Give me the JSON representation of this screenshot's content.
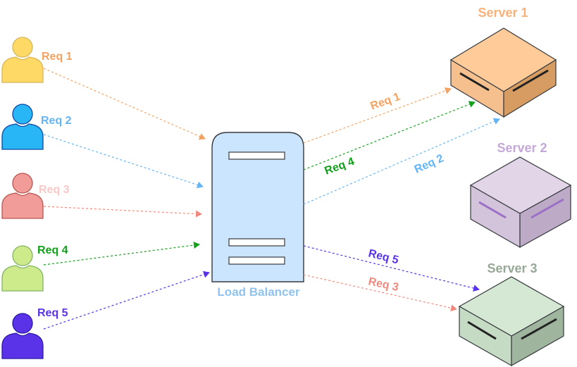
{
  "users": [
    {
      "label": "Req 1",
      "color": "#ffd966",
      "stroke": "#d6b656",
      "text_color": "#f4a261"
    },
    {
      "label": "Req 2",
      "color": "#29b6f6",
      "stroke": "#0d47a1",
      "text_color": "#64b5f6"
    },
    {
      "label": "Req 3",
      "color": "#f19c99",
      "stroke": "#b85450",
      "text_color": "#f8c8c8"
    },
    {
      "label": "Req 4",
      "color": "#cdeb8b",
      "stroke": "#82b366",
      "text_color": "#13a01a"
    },
    {
      "label": "Req 5",
      "color": "#5a33e8",
      "stroke": "#2b1ba3",
      "text_color": "#5a33e8"
    }
  ],
  "load_balancer": {
    "label": "Load Balancer",
    "label_color": "#90c2ee",
    "fill": "#cce5ff",
    "stroke": "#36393d"
  },
  "servers": [
    {
      "name": "Server 1",
      "name_color": "#f7b27a",
      "top": "#ffcc99",
      "left": "#f5c08e",
      "right": "#d79c62",
      "line": "#222222"
    },
    {
      "name": "Server 2",
      "name_color": "#c3a8d9",
      "top": "#e1d5e7",
      "left": "#d3c4dc",
      "right": "#bcaac6",
      "line": "#9c6fc6"
    },
    {
      "name": "Server 3",
      "name_color": "#97a896",
      "top": "#d5e8d4",
      "left": "#c6dbc4",
      "right": "#9fb59d",
      "line": "#222222"
    }
  ],
  "routes": [
    {
      "label": "Req 1",
      "color": "#f4a261"
    },
    {
      "label": "Req 4",
      "color": "#13a01a"
    },
    {
      "label": "Req 2",
      "color": "#64b5f6"
    },
    {
      "label": "Req 5",
      "color": "#5a33e8"
    },
    {
      "label": "Req 3",
      "color": "#f08a7e"
    }
  ]
}
